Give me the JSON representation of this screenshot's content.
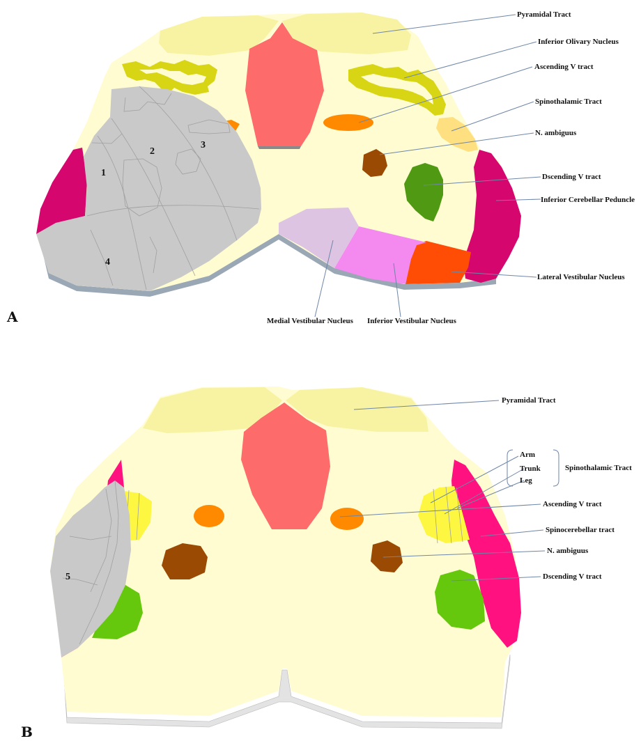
{
  "panel_a": {
    "letter": "A",
    "labels": {
      "pyramidal": "Pyramidal Tract",
      "olivary": "Inferior Olivary Nucleus",
      "asc_v": "Ascending V tract",
      "spinothalamic": "Spinothalamic Tract",
      "ambiguus": "N. ambiguus",
      "desc_v": "Dscending V tract",
      "icp": "Inferior Cerebellar Peduncle",
      "lat_vest": "Lateral Vestibular Nucleus",
      "med_vest": "Medial Vestibular Nucleus",
      "inf_vest": "Inferior Vestibular Nucleus"
    },
    "region_numbers": [
      "1",
      "2",
      "3",
      "4"
    ]
  },
  "panel_b": {
    "letter": "B",
    "labels": {
      "pyramidal": "Pyramidal Tract",
      "arm": "Arm",
      "trunk": "Trunk",
      "leg": "Leg",
      "spinothalamic": "Spinothalamic Tract",
      "asc_v": "Ascending V tract",
      "spinocerebellar": "Spinocerebellar tract",
      "ambiguus": "N. ambiguus",
      "desc_v": "Dscending V tract"
    },
    "region_number": "5"
  },
  "colors": {
    "medulla": "#fffcd2",
    "pyramid": "#f8f3a2",
    "midline": "#fd6b6b",
    "olive": "#d8d514",
    "orange": "#ff8a00",
    "ambiguus": "#9b4a04",
    "desc_v_a": "#4f9a12",
    "desc_v_b": "#66c80d",
    "icp": "#d5076e",
    "spinocerebellar": "#ff127f",
    "lat_vest": "#ff4d05",
    "inf_vest": "#f489ef",
    "med_vest": "#dec4e3",
    "lesion": "#c9c9c9",
    "spinothalamic_a": "#ffe080",
    "spinothalamic_b": "#fdf741",
    "base_shadow": "#9aa7b4"
  }
}
